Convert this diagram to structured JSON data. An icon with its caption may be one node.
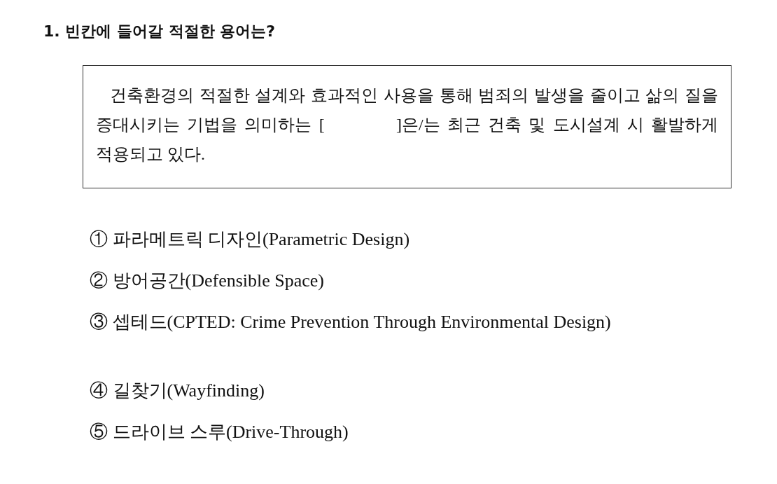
{
  "diagram": {
    "title": "1. 빈칸에 들어갈 적절한 용어는?",
    "nodes": [
      {
        "text": [
          "건축환경의 적절한 설계와 효과적인 사용을 통해 범죄의 발생을 줄이고 삶의 질을 증대시키는 기법을 의미하는 [          ]은/는 최근 건축 및 도시설계 시 활발하게 적용되고 있다."
        ]
      }
    ],
    "labels": [
      "① 파라메트릭 디자인(Parametric Design)",
      "② 방어공간(Defensible Space)",
      "③ 셉테드(CPTED: Crime Prevention Through Environmental Design)",
      "④ 길찾기(Wayfinding)",
      "⑤ 드라이브 스루(Drive-Through)"
    ]
  }
}
